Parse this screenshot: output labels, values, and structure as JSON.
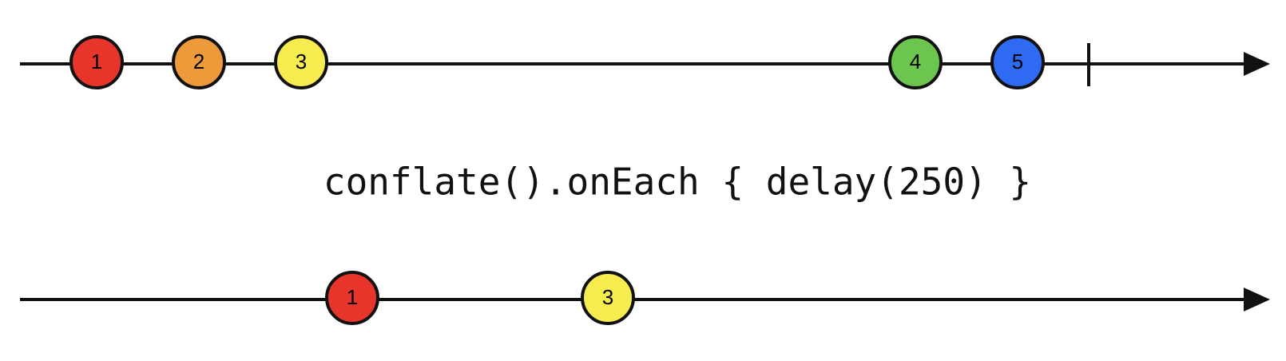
{
  "operator": {
    "label": "conflate().onEach { delay(250) }"
  },
  "colors": {
    "line": "#111111",
    "red": "#e8352b",
    "orange": "#ec9a3a",
    "yellow": "#f7ec4d",
    "green": "#6cc54f",
    "blue": "#2f6bf2"
  },
  "input_timeline": {
    "marbles": [
      {
        "label": "1",
        "color": "red"
      },
      {
        "label": "2",
        "color": "orange"
      },
      {
        "label": "3",
        "color": "yellow"
      },
      {
        "label": "4",
        "color": "green"
      },
      {
        "label": "5",
        "color": "blue"
      }
    ],
    "completes": true
  },
  "output_timeline": {
    "marbles": [
      {
        "label": "1",
        "color": "red"
      },
      {
        "label": "3",
        "color": "yellow"
      }
    ],
    "completes": false
  }
}
